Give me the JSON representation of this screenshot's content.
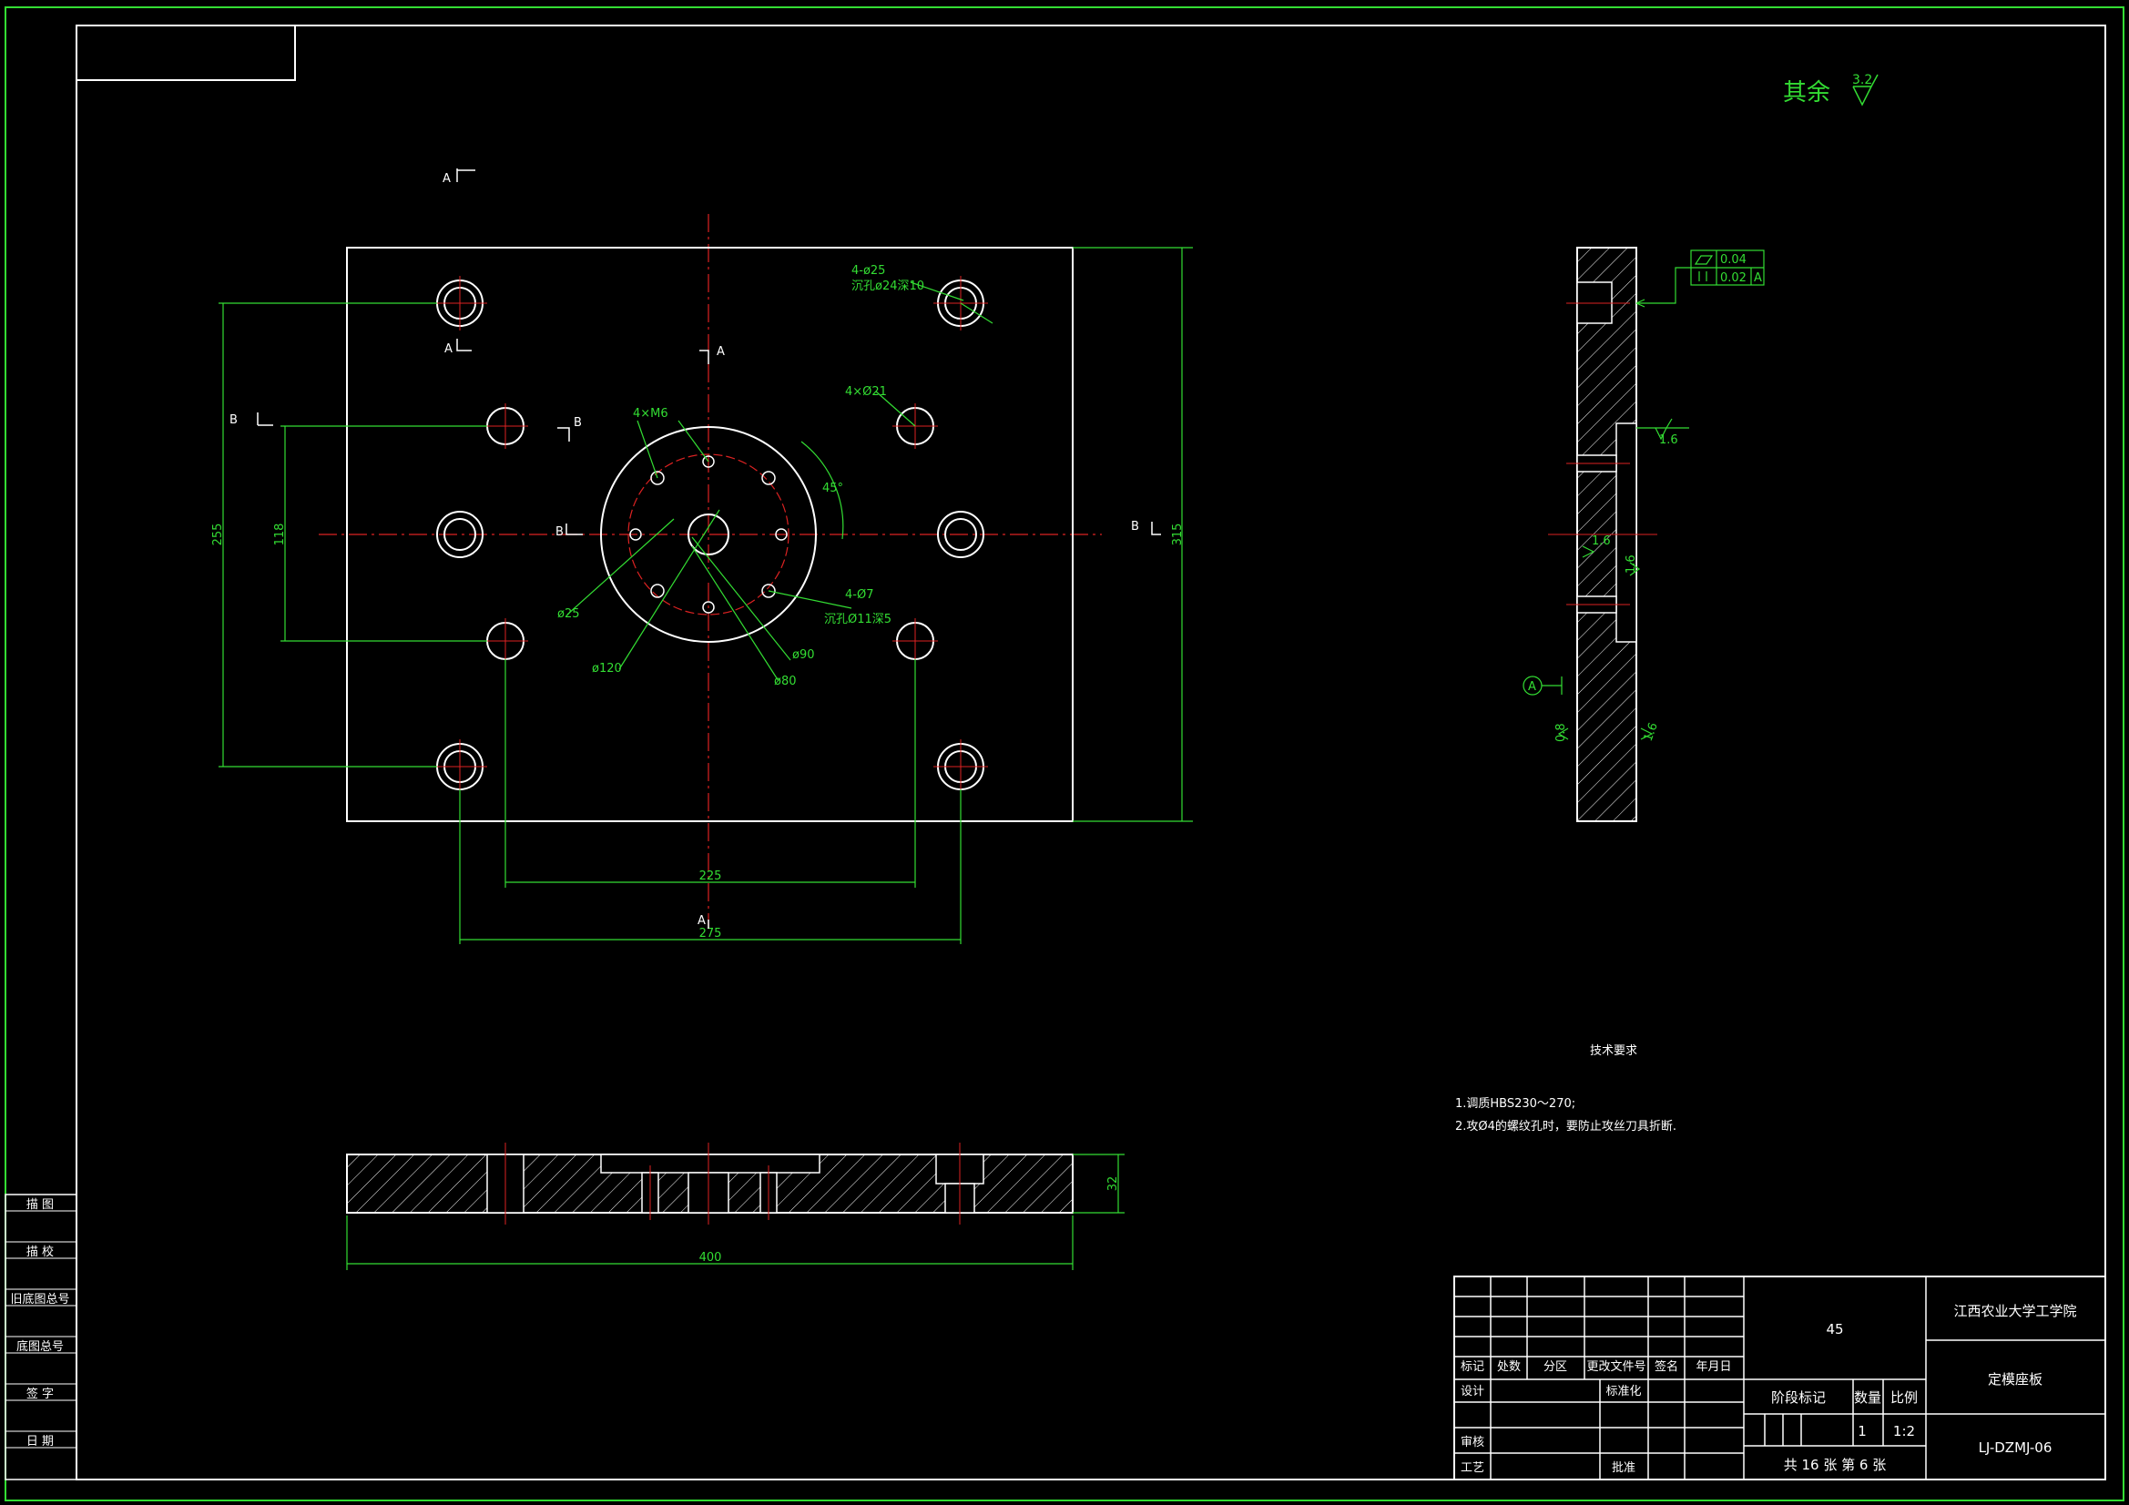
{
  "roughness": {
    "label": "其余",
    "value": "3.2"
  },
  "tech_requirements": {
    "title": "技术要求",
    "items": [
      "1.调质HBS230～270;",
      "2.攻Ø4的螺纹孔时，要防止攻丝刀具折断."
    ]
  },
  "dims": {
    "width_400": "400",
    "outer_275": "275",
    "inner_225": "225",
    "height_315": "315",
    "span_255": "255",
    "span_118": "118",
    "thick_32": "32",
    "d120": "ø120",
    "d90": "ø90",
    "d80": "ø80",
    "d25": "ø25",
    "angle45": "45°",
    "m6": "4×M6",
    "hole4_d25": "4-ø25",
    "cbore_24": "沉孔ø24深10",
    "hole4_d21": "4×Ø21",
    "hole4_d7": "4-Ø7",
    "cbore_11": "沉孔Ø11深5",
    "rough_1_6a": "1.6",
    "rough_1_6b": "1.6",
    "rough_1_6c": "1.6",
    "rough_1_6d": "1.6",
    "rough_0_8": "0.8",
    "tol_flat": "0.04",
    "tol_par": "0.02",
    "tol_ref": "A",
    "datum": "A"
  },
  "section_marks": {
    "A": "A",
    "B": "B"
  },
  "left_strip": [
    "描 图",
    "描 校",
    "旧底图总号",
    "底图总号",
    "签 字",
    "日 期"
  ],
  "title_block": {
    "headers": [
      "标记",
      "处数",
      "分区",
      "更改文件号",
      "签名",
      "年月日"
    ],
    "design": "设计",
    "standard": "标准化",
    "review": "审核",
    "process": "工艺",
    "approve": "批准",
    "material": "45",
    "stage_label": "阶段标记",
    "qty_label": "数量",
    "scale_label": "比例",
    "qty": "1",
    "scale": "1:2",
    "sheets": "共 16 张  第 6 张",
    "org": "江西农业大学工学院",
    "part_name": "定模座板",
    "drawing_no": "LJ-DZMJ-06"
  }
}
